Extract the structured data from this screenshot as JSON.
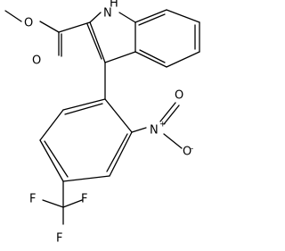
{
  "molecule": {
    "atom_labels": {
      "methoxy_o": "O",
      "carbonyl_o": "O",
      "indole_nh": "H",
      "indole_n": "N",
      "nitro_n": "N",
      "nitro_n_charge": "+",
      "nitro_o_double": "O",
      "nitro_o_single": "O",
      "nitro_o_charge": "-",
      "fluorine_1": "F",
      "fluorine_2": "F",
      "fluorine_3": "F"
    }
  }
}
